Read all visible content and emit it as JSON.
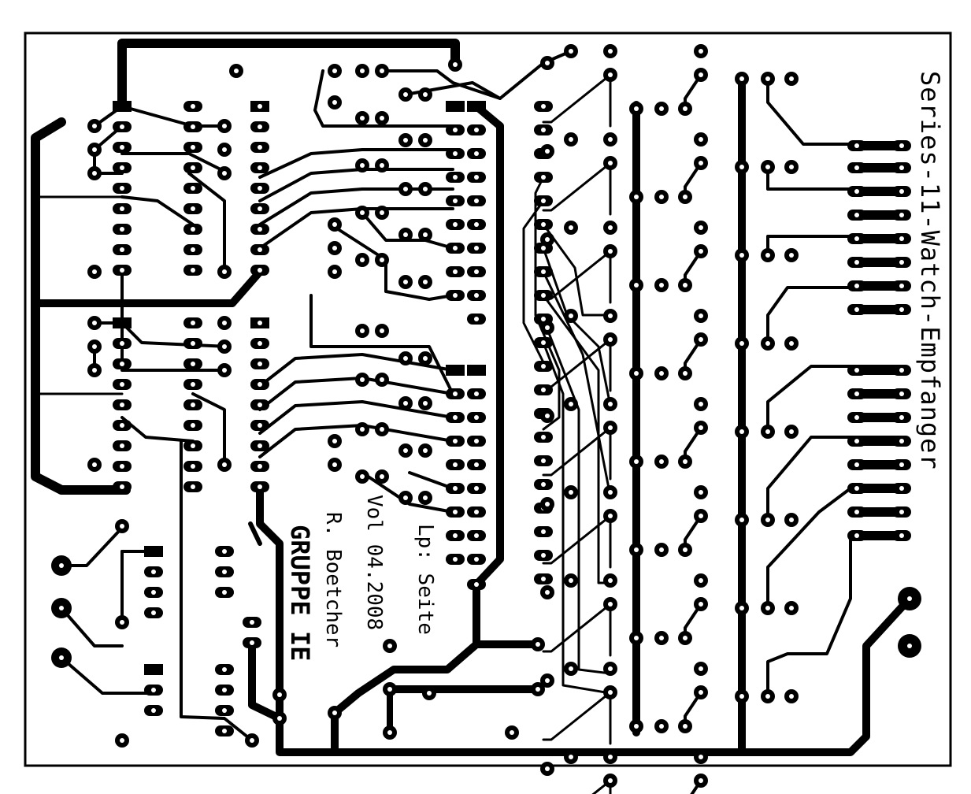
{
  "labels": {
    "series": "Series-11-Watch-Empfanger",
    "file": "Lp: Seite",
    "version": "Vol 04.2008",
    "author": "R. Boetcher",
    "group": "GRUPPE IE"
  }
}
